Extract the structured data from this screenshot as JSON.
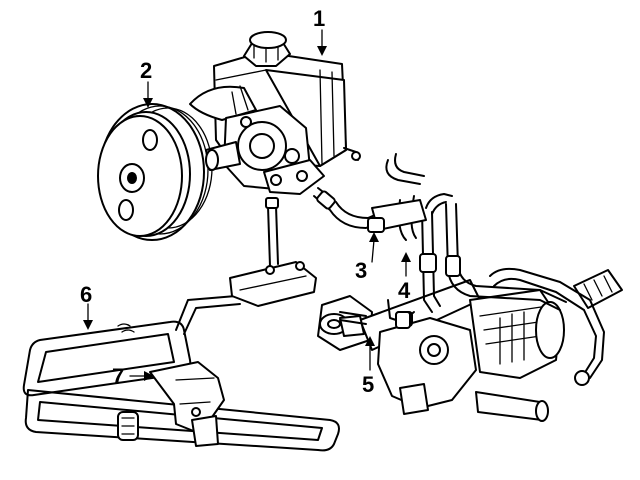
{
  "callouts": [
    {
      "number": "1"
    },
    {
      "number": "2"
    },
    {
      "number": "3"
    },
    {
      "number": "4"
    },
    {
      "number": "5"
    },
    {
      "number": "6"
    },
    {
      "number": "7"
    }
  ]
}
